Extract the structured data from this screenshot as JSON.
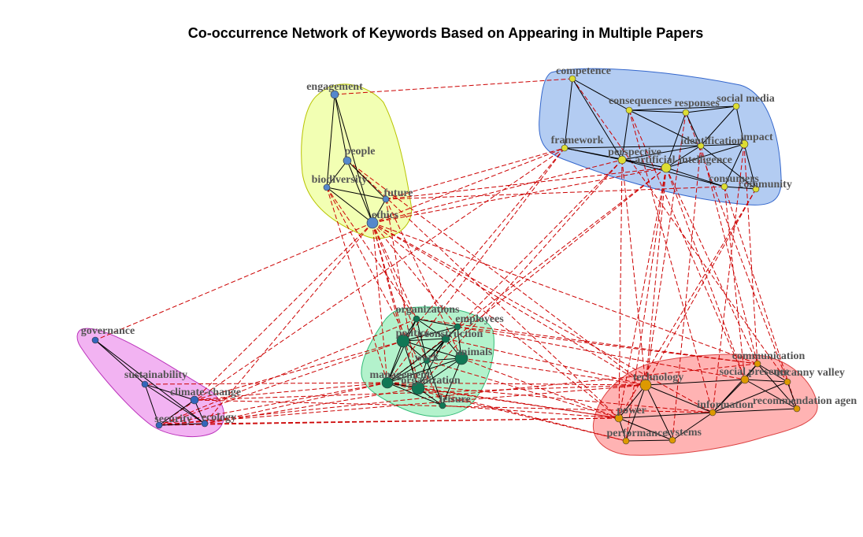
{
  "title": "Co-occurrence Network of Keywords Based on Appearing in Multiple Papers",
  "colors": {
    "yellow_cluster": "#eeff99",
    "blue_cluster": "#99bbee",
    "green_cluster": "#99eebb",
    "magenta_cluster": "#ee99ee",
    "red_cluster": "#ff9999",
    "intra_edge": "#000000",
    "inter_edge": "#cc0000"
  },
  "clusters": [
    {
      "id": "yellow",
      "fill": "#eeff99",
      "stroke": "#b8c400"
    },
    {
      "id": "blue",
      "fill": "#99bbee",
      "stroke": "#3366cc"
    },
    {
      "id": "green",
      "fill": "#99eebb",
      "stroke": "#33bb77"
    },
    {
      "id": "magenta",
      "fill": "#ee99ee",
      "stroke": "#bb33bb"
    },
    {
      "id": "red",
      "fill": "#ff9999",
      "stroke": "#dd4444"
    }
  ],
  "nodes": [
    {
      "id": "engagement",
      "label": "engagement",
      "cluster": "yellow",
      "color": "#5588cc"
    },
    {
      "id": "people",
      "label": "people",
      "cluster": "yellow",
      "color": "#5588cc"
    },
    {
      "id": "biodiversity",
      "label": "biodiversity",
      "cluster": "yellow",
      "color": "#5588cc"
    },
    {
      "id": "future",
      "label": "future",
      "cluster": "yellow",
      "color": "#5588cc"
    },
    {
      "id": "ethics",
      "label": "ethics",
      "cluster": "yellow",
      "color": "#5588cc"
    },
    {
      "id": "competence",
      "label": "competence",
      "cluster": "blue",
      "color": "#dddd33"
    },
    {
      "id": "consequences",
      "label": "consequences",
      "cluster": "blue",
      "color": "#dddd33"
    },
    {
      "id": "responses",
      "label": "responses",
      "cluster": "blue",
      "color": "#dddd33"
    },
    {
      "id": "social media",
      "label": "social media",
      "cluster": "blue",
      "color": "#dddd33"
    },
    {
      "id": "framework",
      "label": "framework",
      "cluster": "blue",
      "color": "#dddd33"
    },
    {
      "id": "perspective",
      "label": "perspective",
      "cluster": "blue",
      "color": "#dddd33"
    },
    {
      "id": "identification",
      "label": "identification",
      "cluster": "blue",
      "color": "#dddd33"
    },
    {
      "id": "impact",
      "label": "impact",
      "cluster": "blue",
      "color": "#dddd33"
    },
    {
      "id": "artificial-intelligence",
      "label": "artificial-intelligence",
      "cluster": "blue",
      "color": "#dddd33"
    },
    {
      "id": "consumers",
      "label": "consumers",
      "cluster": "blue",
      "color": "#dddd33"
    },
    {
      "id": "community",
      "label": "community",
      "cluster": "blue",
      "color": "#dddd33"
    },
    {
      "id": "organizations",
      "label": "organizations",
      "cluster": "green",
      "color": "#117755"
    },
    {
      "id": "employees",
      "label": "employees",
      "cluster": "green",
      "color": "#117755"
    },
    {
      "id": "politics",
      "label": "politics",
      "cluster": "green",
      "color": "#117755"
    },
    {
      "id": "construction",
      "label": "construction",
      "cluster": "green",
      "color": "#117755"
    },
    {
      "id": "work",
      "label": "work",
      "cluster": "green",
      "color": "#117755"
    },
    {
      "id": "animals",
      "label": "animals",
      "cluster": "green",
      "color": "#117755"
    },
    {
      "id": "management",
      "label": "management",
      "cluster": "green",
      "color": "#117755"
    },
    {
      "id": "organization",
      "label": "organization",
      "cluster": "green",
      "color": "#117755"
    },
    {
      "id": "leisure",
      "label": "leisure",
      "cluster": "green",
      "color": "#117755"
    },
    {
      "id": "governance",
      "label": "governance",
      "cluster": "magenta",
      "color": "#3366bb"
    },
    {
      "id": "sustainability",
      "label": "sustainability",
      "cluster": "magenta",
      "color": "#3366bb"
    },
    {
      "id": "climate-change",
      "label": "climate-change",
      "cluster": "magenta",
      "color": "#3366bb"
    },
    {
      "id": "security",
      "label": "security",
      "cluster": "magenta",
      "color": "#3366bb"
    },
    {
      "id": "ecology",
      "label": "ecology",
      "cluster": "magenta",
      "color": "#3366bb"
    },
    {
      "id": "technology",
      "label": "technology",
      "cluster": "red",
      "color": "#dd9900"
    },
    {
      "id": "communication",
      "label": "communication",
      "cluster": "red",
      "color": "#dd9900"
    },
    {
      "id": "social presence",
      "label": "social presence",
      "cluster": "red",
      "color": "#dd9900"
    },
    {
      "id": "uncanny valley",
      "label": "uncanny valley",
      "cluster": "red",
      "color": "#dd9900"
    },
    {
      "id": "information",
      "label": "information",
      "cluster": "red",
      "color": "#dd9900"
    },
    {
      "id": "recommendation agen",
      "label": "recommendation agen",
      "cluster": "red",
      "color": "#dd9900"
    },
    {
      "id": "power",
      "label": "power",
      "cluster": "red",
      "color": "#dd9900"
    },
    {
      "id": "performance",
      "label": "performance",
      "cluster": "red",
      "color": "#dd9900"
    },
    {
      "id": "systems",
      "label": "systems",
      "cluster": "red",
      "color": "#dd9900"
    }
  ],
  "intra_edges": [
    [
      "engagement",
      "people"
    ],
    [
      "engagement",
      "biodiversity"
    ],
    [
      "engagement",
      "ethics"
    ],
    [
      "people",
      "biodiversity"
    ],
    [
      "people",
      "future"
    ],
    [
      "people",
      "ethics"
    ],
    [
      "biodiversity",
      "future"
    ],
    [
      "biodiversity",
      "ethics"
    ],
    [
      "future",
      "ethics"
    ],
    [
      "competence",
      "consequences"
    ],
    [
      "competence",
      "framework"
    ],
    [
      "competence",
      "perspective"
    ],
    [
      "consequences",
      "responses"
    ],
    [
      "consequences",
      "perspective"
    ],
    [
      "consequences",
      "identification"
    ],
    [
      "consequences",
      "social media"
    ],
    [
      "responses",
      "social media"
    ],
    [
      "responses",
      "identification"
    ],
    [
      "responses",
      "artificial-intelligence"
    ],
    [
      "social media",
      "impact"
    ],
    [
      "social media",
      "identification"
    ],
    [
      "framework",
      "perspective"
    ],
    [
      "framework",
      "artificial-intelligence"
    ],
    [
      "framework",
      "identification"
    ],
    [
      "perspective",
      "artificial-intelligence"
    ],
    [
      "perspective",
      "identification"
    ],
    [
      "perspective",
      "consumers"
    ],
    [
      "identification",
      "impact"
    ],
    [
      "identification",
      "artificial-intelligence"
    ],
    [
      "identification",
      "community"
    ],
    [
      "impact",
      "consumers"
    ],
    [
      "impact",
      "community"
    ],
    [
      "impact",
      "artificial-intelligence"
    ],
    [
      "artificial-intelligence",
      "consumers"
    ],
    [
      "consumers",
      "community"
    ],
    [
      "organizations",
      "employees"
    ],
    [
      "organizations",
      "politics"
    ],
    [
      "organizations",
      "construction"
    ],
    [
      "organizations",
      "work"
    ],
    [
      "organizations",
      "management"
    ],
    [
      "employees",
      "politics"
    ],
    [
      "employees",
      "construction"
    ],
    [
      "employees",
      "animals"
    ],
    [
      "employees",
      "work"
    ],
    [
      "politics",
      "construction"
    ],
    [
      "politics",
      "work"
    ],
    [
      "politics",
      "animals"
    ],
    [
      "politics",
      "management"
    ],
    [
      "politics",
      "organization"
    ],
    [
      "construction",
      "work"
    ],
    [
      "construction",
      "animals"
    ],
    [
      "construction",
      "management"
    ],
    [
      "construction",
      "organization"
    ],
    [
      "work",
      "animals"
    ],
    [
      "work",
      "management"
    ],
    [
      "work",
      "organization"
    ],
    [
      "work",
      "leisure"
    ],
    [
      "animals",
      "organization"
    ],
    [
      "animals",
      "leisure"
    ],
    [
      "animals",
      "management"
    ],
    [
      "management",
      "organization"
    ],
    [
      "management",
      "leisure"
    ],
    [
      "organization",
      "leisure"
    ],
    [
      "governance",
      "sustainability"
    ],
    [
      "governance",
      "ecology"
    ],
    [
      "sustainability",
      "climate-change"
    ],
    [
      "sustainability",
      "security"
    ],
    [
      "sustainability",
      "ecology"
    ],
    [
      "climate-change",
      "security"
    ],
    [
      "climate-change",
      "ecology"
    ],
    [
      "security",
      "ecology"
    ],
    [
      "technology",
      "power"
    ],
    [
      "technology",
      "performance"
    ],
    [
      "technology",
      "systems"
    ],
    [
      "technology",
      "information"
    ],
    [
      "technology",
      "social presence"
    ],
    [
      "communication",
      "social presence"
    ],
    [
      "communication",
      "uncanny valley"
    ],
    [
      "communication",
      "information"
    ],
    [
      "communication",
      "recommendation agen"
    ],
    [
      "social presence",
      "uncanny valley"
    ],
    [
      "social presence",
      "information"
    ],
    [
      "social presence",
      "recommendation agen"
    ],
    [
      "uncanny valley",
      "recommendation agen"
    ],
    [
      "uncanny valley",
      "information"
    ],
    [
      "information",
      "power"
    ],
    [
      "information",
      "systems"
    ],
    [
      "information",
      "recommendation agen"
    ],
    [
      "power",
      "performance"
    ],
    [
      "power",
      "systems"
    ],
    [
      "performance",
      "systems"
    ]
  ],
  "inter_edges": [
    [
      "engagement",
      "competence"
    ],
    [
      "ethics",
      "organizations"
    ],
    [
      "ethics",
      "politics"
    ],
    [
      "ethics",
      "management"
    ],
    [
      "ethics",
      "organization"
    ],
    [
      "ethics",
      "work"
    ],
    [
      "ethics",
      "governance"
    ],
    [
      "ethics",
      "climate-change"
    ],
    [
      "ethics",
      "ecology"
    ],
    [
      "ethics",
      "technology"
    ],
    [
      "ethics",
      "power"
    ],
    [
      "ethics",
      "information"
    ],
    [
      "ethics",
      "framework"
    ],
    [
      "ethics",
      "perspective"
    ],
    [
      "ethics",
      "artificial-intelligence"
    ],
    [
      "ethics",
      "communication"
    ],
    [
      "ethics",
      "employees"
    ],
    [
      "future",
      "consumers"
    ],
    [
      "future",
      "artificial-intelligence"
    ],
    [
      "future",
      "framework"
    ],
    [
      "future",
      "animals"
    ],
    [
      "future",
      "organization"
    ],
    [
      "biodiversity",
      "organizations"
    ],
    [
      "biodiversity",
      "management"
    ],
    [
      "biodiversity",
      "leisure"
    ],
    [
      "people",
      "power"
    ],
    [
      "people",
      "technology"
    ],
    [
      "framework",
      "management"
    ],
    [
      "framework",
      "politics"
    ],
    [
      "framework",
      "security"
    ],
    [
      "perspective",
      "power"
    ],
    [
      "perspective",
      "technology"
    ],
    [
      "perspective",
      "construction"
    ],
    [
      "perspective",
      "organization"
    ],
    [
      "artificial-intelligence",
      "technology"
    ],
    [
      "artificial-intelligence",
      "power"
    ],
    [
      "artificial-intelligence",
      "performance"
    ],
    [
      "artificial-intelligence",
      "management"
    ],
    [
      "artificial-intelligence",
      "communication"
    ],
    [
      "artificial-intelligence",
      "work"
    ],
    [
      "artificial-intelligence",
      "social presence"
    ],
    [
      "consequences",
      "social presence"
    ],
    [
      "consequences",
      "information"
    ],
    [
      "responses",
      "technology"
    ],
    [
      "responses",
      "uncanny valley"
    ],
    [
      "identification",
      "systems"
    ],
    [
      "identification",
      "communication"
    ],
    [
      "community",
      "technology"
    ],
    [
      "community",
      "power"
    ],
    [
      "consumers",
      "social presence"
    ],
    [
      "consumers",
      "recommendation agen"
    ],
    [
      "impact",
      "communication"
    ],
    [
      "impact",
      "information"
    ],
    [
      "competence",
      "uncanny valley"
    ],
    [
      "management",
      "security"
    ],
    [
      "management",
      "ecology"
    ],
    [
      "management",
      "climate-change"
    ],
    [
      "management",
      "sustainability"
    ],
    [
      "politics",
      "security"
    ],
    [
      "politics",
      "climate-change"
    ],
    [
      "organization",
      "ecology"
    ],
    [
      "organizations",
      "security"
    ],
    [
      "construction",
      "technology"
    ],
    [
      "animals",
      "technology"
    ],
    [
      "animals",
      "power"
    ],
    [
      "work",
      "power"
    ],
    [
      "management",
      "technology"
    ],
    [
      "management",
      "power"
    ],
    [
      "management",
      "information"
    ],
    [
      "management",
      "performance"
    ],
    [
      "organization",
      "power"
    ],
    [
      "organization",
      "performance"
    ],
    [
      "employees",
      "communication"
    ],
    [
      "employees",
      "social presence"
    ],
    [
      "leisure",
      "power"
    ],
    [
      "organizations",
      "communication"
    ],
    [
      "technology",
      "security"
    ],
    [
      "power",
      "ecology"
    ],
    [
      "power",
      "security"
    ],
    [
      "information",
      "climate-change"
    ],
    [
      "technology",
      "climate-change"
    ],
    [
      "communication",
      "security"
    ]
  ]
}
